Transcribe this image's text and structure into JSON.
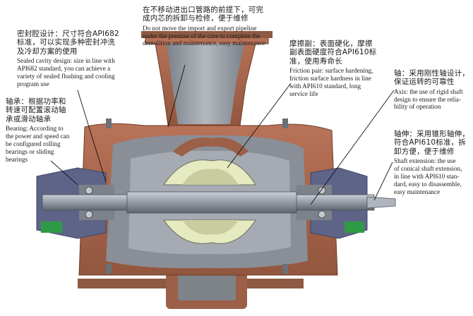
{
  "annotations": {
    "top": {
      "zh": "在不移动进出口管路的前提下，可完\n成内芯的拆卸与检修，便于维修",
      "en": "Do not move the import and export pipeline\nunder the premise of the core to complete the\ndemolition and maintenance, easy maintenance"
    },
    "seal": {
      "zh": "密封腔设计：尺寸符合API682\n标准，可以实现多种密封冲洗\n及冷却方案的使用",
      "en": "Sealed cavity design: size in line with\nAPI682 standard, you can achieve a\nvariety of sealed flushing and cooling\nprogram use"
    },
    "bearing": {
      "zh": "轴承：根据功率和\n转速可配置滚动轴\n承或滑动轴承",
      "en": "Bearing: According to\nthe power and speed can\nbe configured rolling\nbearings or sliding\nbearings"
    },
    "friction": {
      "zh": "摩擦副：表面硬化，摩擦\n副表面硬度符合API610标\n准，使用寿命长",
      "en": "Friction pair: surface hardening,\nfriction surface hardness in line\nwith API610 standard, long\nservice life"
    },
    "axis": {
      "zh": "轴：采用刚性轴设计，\n保证运转的可靠性",
      "en": "Axis: the use of rigid shaft\ndesign to ensure the relia-\nbility of operation"
    },
    "shaft_ext": {
      "zh": "轴伸：采用锥形轴伸，\n符合API610标准，拆\n卸方便，便于维修",
      "en": "Shaft extension: the use\nof conical shaft extension,\nin line with API610 stan-\ndard, easy to disassemble,\neasy maintenance"
    }
  },
  "colors": {
    "casing": "#a4644a",
    "casing_dark": "#7a4530",
    "interior": "#8a8e96",
    "interior_light": "#b3b7be",
    "shaft": "#9aa0aa",
    "impeller": "#e6eac0",
    "bearing_housing": "#5e6488",
    "green_part": "#2f9a46",
    "leader": "#111111"
  }
}
